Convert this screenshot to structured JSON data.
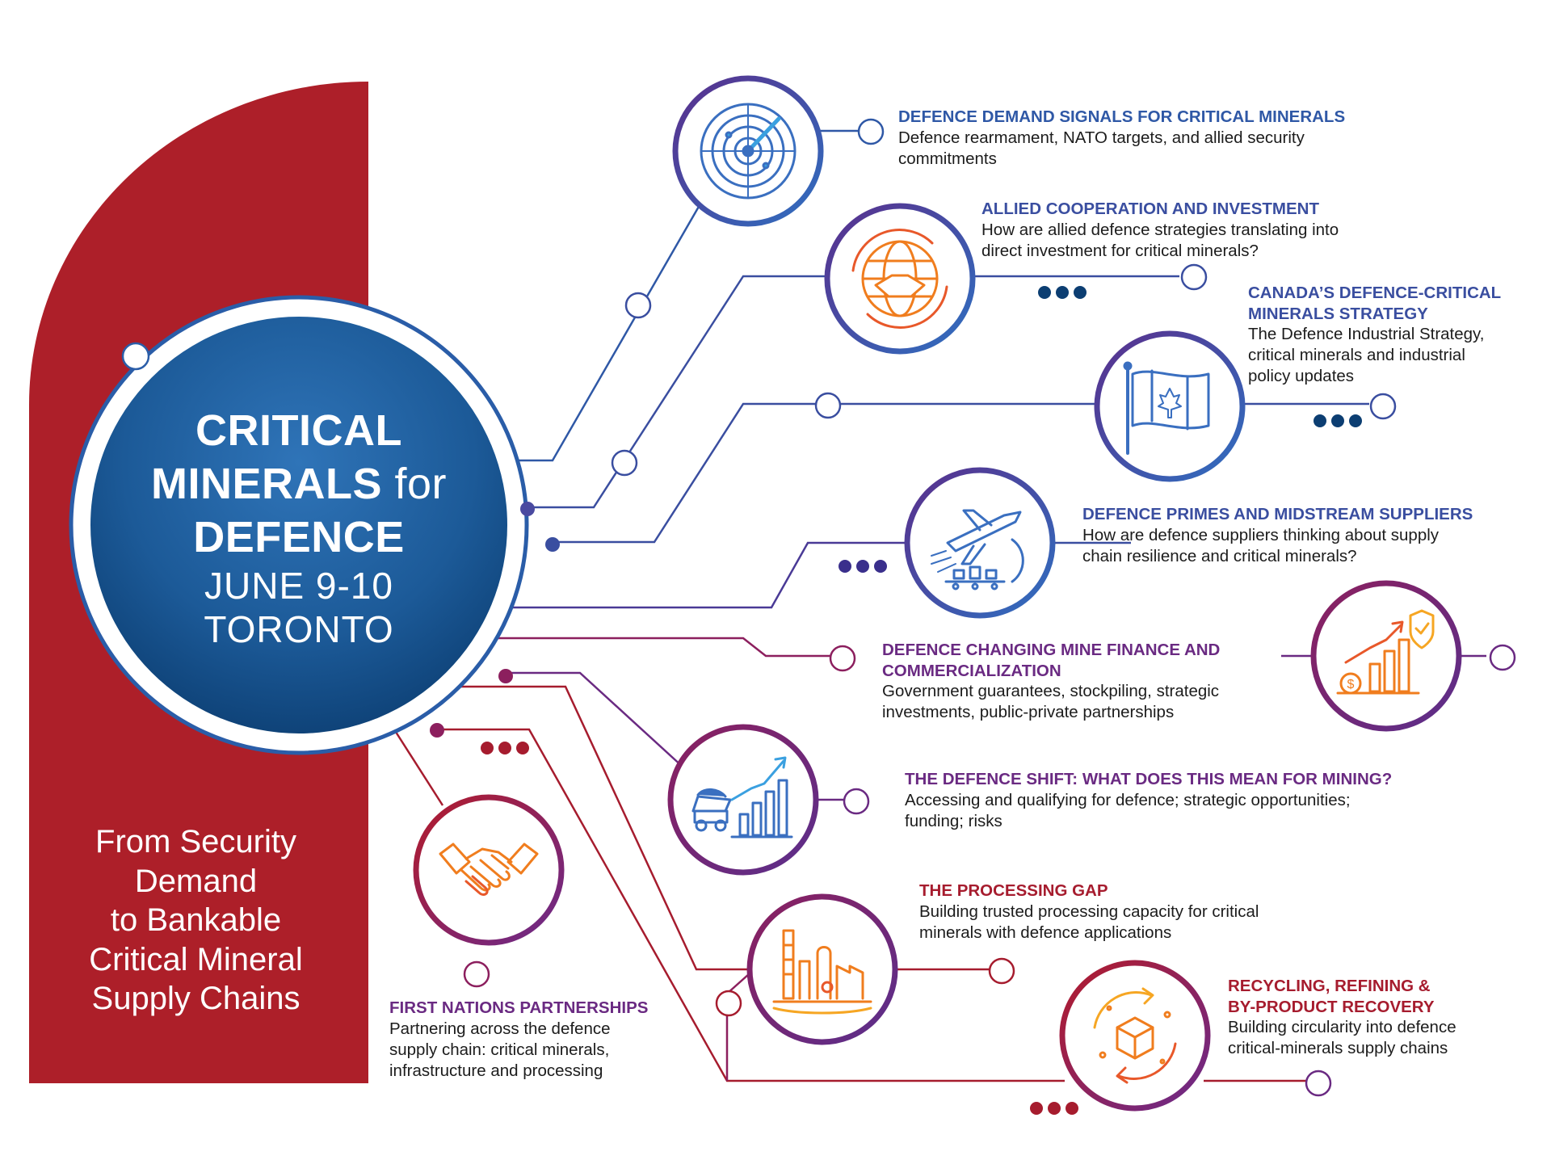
{
  "colors": {
    "red_panel": "#ad1f29",
    "hub_top": "#2a6db2",
    "hub_bottom": "#0c3e72",
    "blue": "#2f58a6",
    "purple": "#5a2f8c",
    "magenta": "#8c1f5e",
    "red": "#a61c2e",
    "orange": "#f07d1e"
  },
  "hub": {
    "line1": "CRITICAL",
    "line2": "MINERALS",
    "line2_suffix": "for",
    "line3": "DEFENCE",
    "date": "JUNE 9-10",
    "city": "TORONTO"
  },
  "tagline": {
    "lines": [
      "From Security",
      "Demand",
      "to Bankable",
      "Critical Mineral",
      "Supply Chains"
    ]
  },
  "topics": [
    {
      "title": "DEFENCE DEMAND SIGNALS FOR CRITICAL MINERALS",
      "desc": [
        "Defence rearmament, NATO targets, and allied security",
        "commitments"
      ],
      "icon": "radar-icon",
      "color": "#2f58a6"
    },
    {
      "title": "ALLIED COOPERATION AND INVESTMENT",
      "desc": [
        "How are allied defence strategies translating into",
        "direct investment for critical minerals?"
      ],
      "icon": "globe-handshake-icon",
      "color": "#3a4ea0"
    },
    {
      "title": [
        "CANADA’S DEFENCE-CRITICAL",
        "MINERALS STRATEGY"
      ],
      "desc": [
        "The Defence Industrial Strategy,",
        "critical minerals and industrial",
        "policy updates"
      ],
      "icon": "canada-flag-icon",
      "color": "#3a4ea0"
    },
    {
      "title": "DEFENCE PRIMES AND MIDSTREAM SUPPLIERS",
      "desc": [
        "How are defence suppliers thinking about supply",
        "chain resilience and critical minerals?"
      ],
      "icon": "jet-conveyor-icon",
      "color": "#3a4ea0"
    },
    {
      "title": [
        "DEFENCE CHANGING MINE FINANCE AND",
        "COMMERCIALIZATION"
      ],
      "desc": [
        "Government guarantees, stockpiling, strategic",
        "investments, public-private partnerships"
      ],
      "icon": "finance-growth-icon",
      "color": "#6a2a82"
    },
    {
      "title": "THE DEFENCE SHIFT: WHAT DOES THIS MEAN FOR MINING?",
      "desc": [
        "Accessing and qualifying for defence; strategic opportunities;",
        "funding; risks"
      ],
      "icon": "mining-truck-chart-icon",
      "color": "#6a2a82"
    },
    {
      "title": "THE PROCESSING GAP",
      "desc": [
        "Building trusted processing capacity for critical",
        "minerals with defence applications"
      ],
      "icon": "processing-plant-icon",
      "color": "#a61c2e"
    },
    {
      "title": [
        "RECYCLING, REFINING &",
        "BY-PRODUCT RECOVERY"
      ],
      "desc": [
        "Building circularity into defence",
        "critical-minerals supply chains"
      ],
      "icon": "recycling-cube-icon",
      "color": "#a61c2e"
    },
    {
      "title": "FIRST NATIONS PARTNERSHIPS",
      "desc": [
        "Partnering across the defence",
        "supply chain: critical minerals,",
        "infrastructure and processing"
      ],
      "icon": "handshake-icon",
      "color": "#6a2a82"
    }
  ]
}
